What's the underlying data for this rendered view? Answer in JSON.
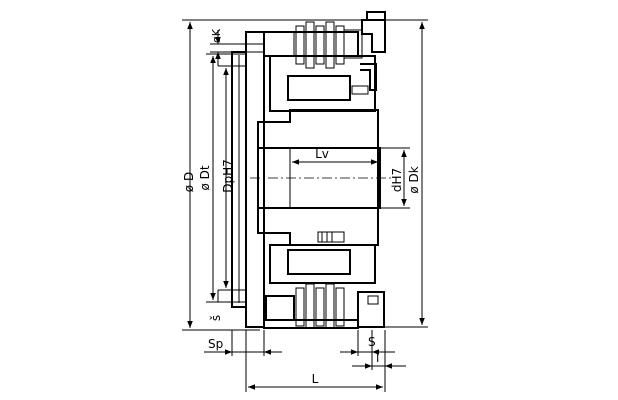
{
  "labels": {
    "d_outer": "ø D",
    "d_t": "ø Dt",
    "d_p": "DpH7",
    "k": "øK",
    "s_hacek": "š",
    "l_v": "Lv",
    "d_h": "dH7",
    "d_k": "ø Dk",
    "s_p": "Sp",
    "s": "S",
    "l_small": "l",
    "l_total": "L"
  }
}
